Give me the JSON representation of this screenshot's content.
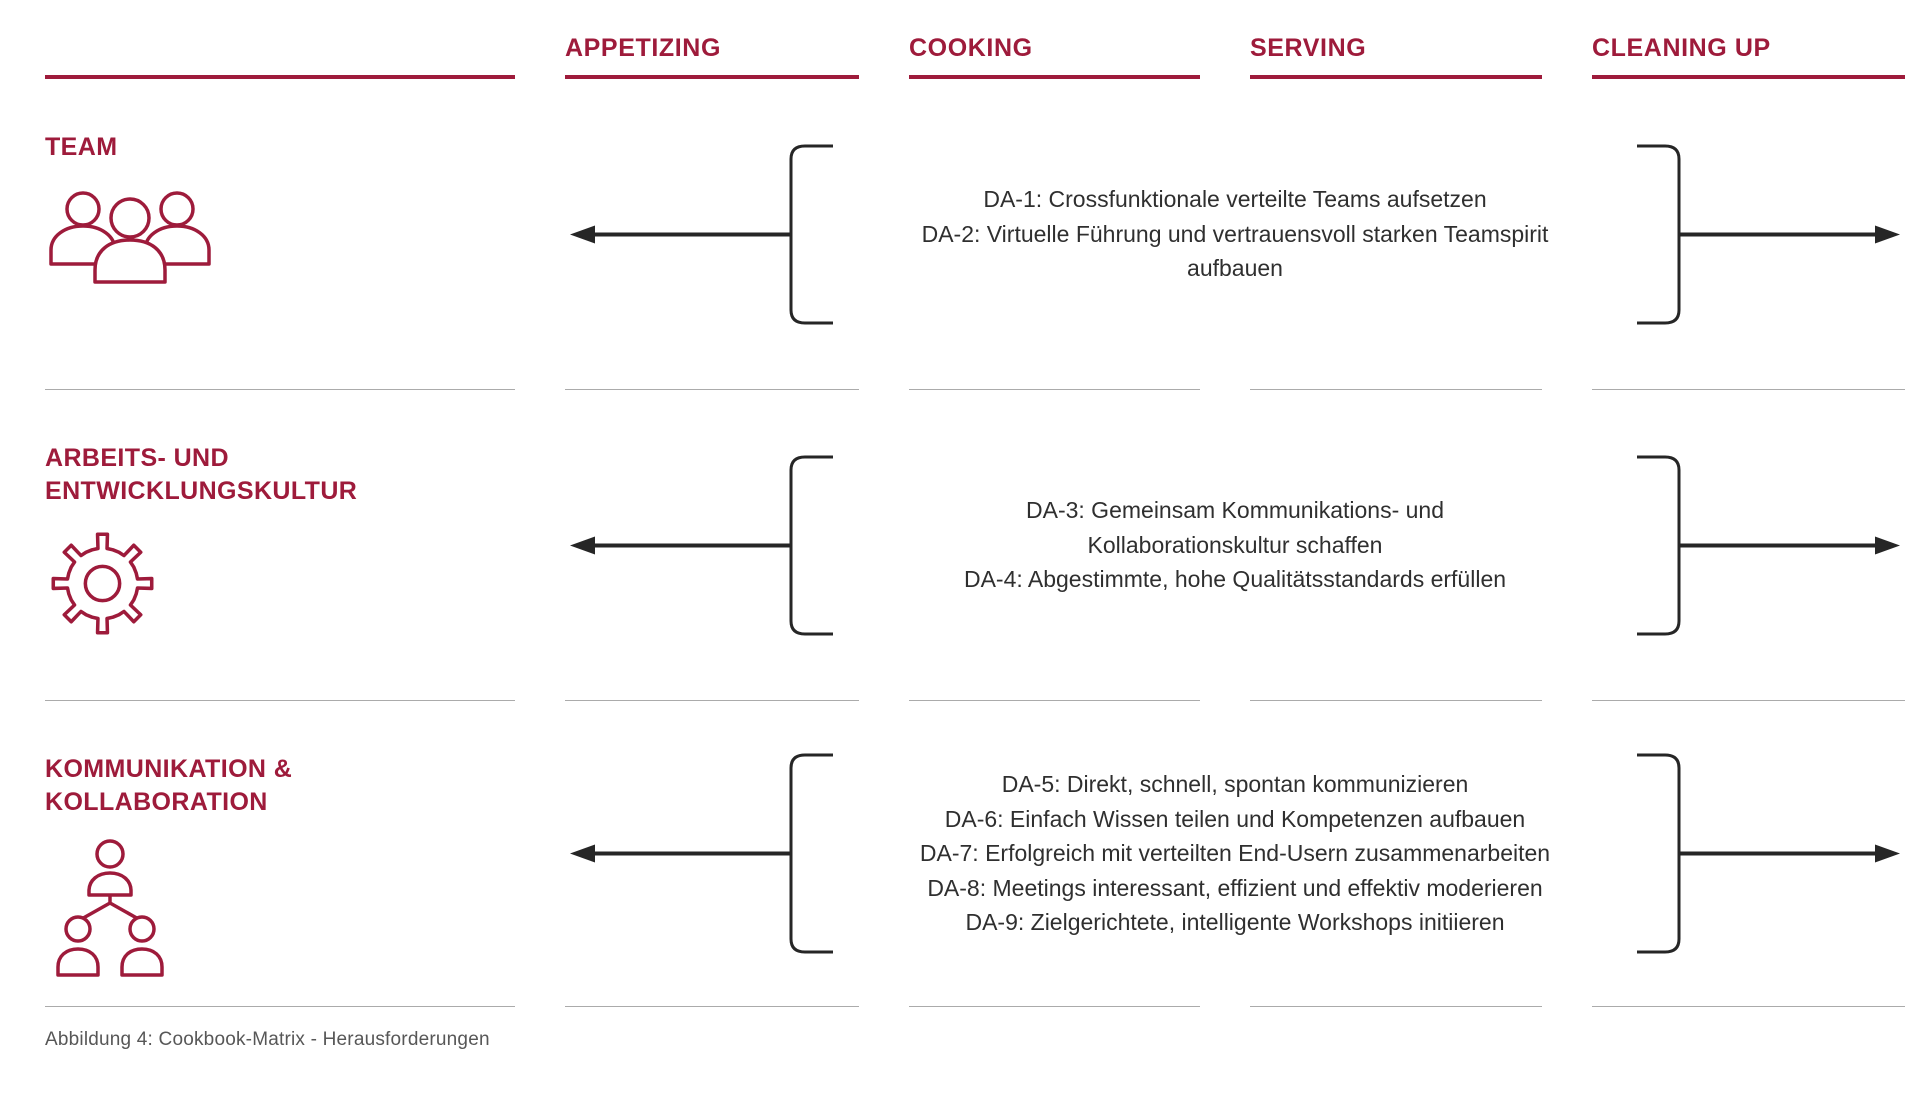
{
  "colors": {
    "accent": "#9E1B3B",
    "text": "#2F2F2F",
    "line": "#262626",
    "separator": "#ABABAB",
    "caption": "#575757"
  },
  "header": {
    "columns": [
      "APPETIZING",
      "COOKING",
      "SERVING",
      "CLEANING UP"
    ]
  },
  "rows": [
    {
      "label": "TEAM",
      "icon": "team-icon",
      "items": [
        "DA-1: Crossfunktionale verteilte Teams aufsetzen",
        "DA-2: Virtuelle Führung und vertrauensvoll starken Teamspirit aufbauen"
      ]
    },
    {
      "label": "ARBEITS- UND\nENTWICKLUNGSKULTUR",
      "icon": "gear-icon",
      "items": [
        "DA-3: Gemeinsam Kommunikations- und Kollaborationskultur schaffen",
        "DA-4: Abgestimmte, hohe Qualitätsstandards erfüllen"
      ]
    },
    {
      "label": "KOMMUNIKATION &\nKOLLABORATION",
      "icon": "org-chart-icon",
      "items": [
        "DA-5: Direkt, schnell, spontan kommunizieren",
        "DA-6: Einfach Wissen teilen und Kompetenzen aufbauen",
        "DA-7: Erfolgreich mit verteilten End-Usern zusammenarbeiten",
        "DA-8: Meetings interessant, effizient und effektiv moderieren",
        "DA-9: Zielgerichtete, intelligente Workshops initiieren"
      ]
    }
  ],
  "caption": "Abbildung 4: Cookbook-Matrix - Herausforderungen"
}
